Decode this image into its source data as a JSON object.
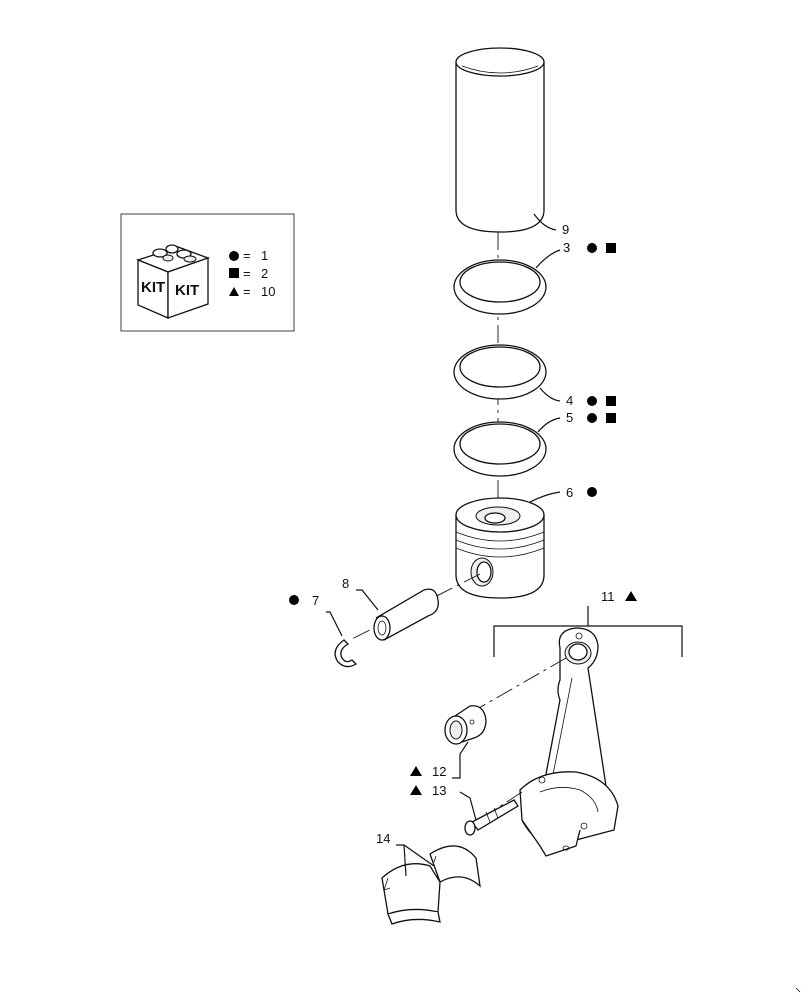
{
  "kit_legend": {
    "box_text_left": "KIT",
    "box_text_right": "KIT",
    "entries": [
      {
        "symbol": "circle",
        "equals": "=",
        "value": "1"
      },
      {
        "symbol": "square",
        "equals": "=",
        "value": "2"
      },
      {
        "symbol": "triangle",
        "equals": "=",
        "value": "10"
      }
    ]
  },
  "callouts": {
    "c9": "9",
    "c3": "3",
    "c4": "4",
    "c5": "5",
    "c6": "6",
    "c7": "7",
    "c8": "8",
    "c11": "11",
    "c12": "12",
    "c13": "13",
    "c14": "14"
  }
}
